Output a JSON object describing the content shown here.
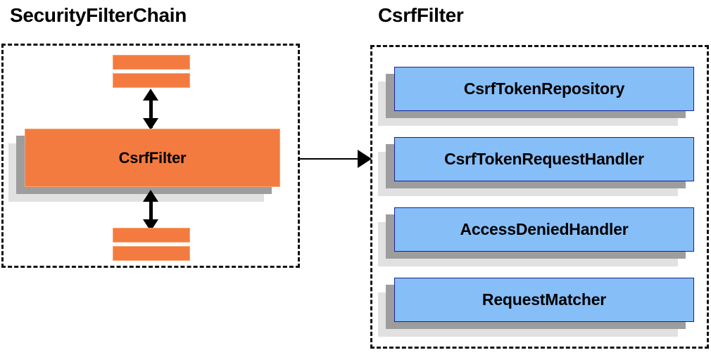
{
  "diagram": {
    "left_panel": {
      "title": "SecurityFilterChain",
      "filter_node": {
        "label": "CsrfFilter"
      },
      "bars_above": [
        {
          "label": ""
        },
        {
          "label": ""
        }
      ],
      "bars_below": [
        {
          "label": ""
        },
        {
          "label": ""
        }
      ],
      "arrow_up": {
        "name": "bidirectional-arrow-up"
      },
      "arrow_down": {
        "name": "bidirectional-arrow-down"
      }
    },
    "connector": {
      "name": "arrow-right",
      "label": ""
    },
    "right_panel": {
      "title": "CsrfFilter",
      "collaborators": [
        {
          "label": "CsrfTokenRepository"
        },
        {
          "label": "CsrfTokenRequestHandler"
        },
        {
          "label": "AccessDeniedHandler"
        },
        {
          "label": "RequestMatcher"
        }
      ]
    },
    "colors": {
      "orange_fill": "#f47b3f",
      "orange_border": "#f9a472",
      "blue_fill": "#86bef7",
      "blue_border": "#1a1f8f",
      "shadow_dark": "#9d9d9d",
      "shadow_light": "#e1e1e1",
      "outline_dashed": "#111111",
      "text": "#000000",
      "background": "#ffffff"
    }
  }
}
